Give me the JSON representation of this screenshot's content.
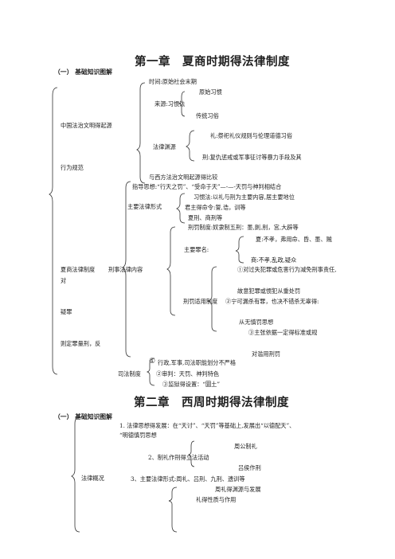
{
  "chapter1": {
    "title": "第一章　夏商时期得法律制度",
    "section": "（一）  基础知识图解",
    "lines": {
      "time": "时间:原始社会末期",
      "yuanshi": "原始习惯",
      "laiyuan": "来源:习惯法",
      "chuantong": "传统习俗",
      "qiyuan": "中国法治文明得起源",
      "li": "礼:祭祀礼仪规则与伦理道德习俗",
      "yuanyuan": "法律渊源",
      "xing": "刑:复仇惩戒或军事征讨等暴力手段及其",
      "xingweiguifan": "行为规范",
      "bijiao": "与西方法治文明起源得比较",
      "zhidao": "指导思想:“行天之罚”、“受命于天”—-—-天罚与神判相结合",
      "xiguanfa": "习惯法:以礼与刑为主要内容,居主要地位",
      "xingshi": "主要法律形式",
      "junzhu": "君主得命令:誓,诰，训等",
      "xiaxing": "夏刑、商刑等",
      "xingfa": "刑罚制度:奴隶制五刑：墨,劓,刖，宫,大辟等",
      "xiabuxiao": "夏:不孝，弗用命、昏、墨、贼",
      "zuiming": "主要罪名:",
      "shangbuxiao": "商:不孝,乱政,疑众",
      "xiashang": "夏商法律制度",
      "xingshi_neirong": "刑事法律内容",
      "dui1": "①对过失犯罪或危害行为减免刑事责任,",
      "dui2": "对",
      "guyi": "故意犯罪或惯犯从重处罚",
      "shiyong": "刑罚适用制度",
      "ning": "②宁可漏杀有罪，也决不错杀无辜得:",
      "yizui": "疑罪",
      "congwu": "从无慎罚思想",
      "zhuzhang": "③主张依据一定得标准或规",
      "guiding": "则定罪量刑，反",
      "duilan": "对滥用刑罚",
      "xingzheng_num": "①",
      "xingzheng": "行政,军事,司法职能划分不严格",
      "sifa": "司法制度",
      "shenpan": "②审判：天罚、神判特色",
      "jianyu": "③监狱得设置：“圜土”"
    }
  },
  "chapter2": {
    "title": "第二章　西周时期得法律制度",
    "section": "（一）  基础知识图解",
    "lines": {
      "sixiang1": "1.  法律思想得发展：在“天讨”、“天罚”等基础上,发展出“以德配天”、",
      "sixiang2": "“明德慎罚思想",
      "zhougong": "周公制礼",
      "zhili": "2、制礼作刑得立法活动",
      "lvhou": "吕侯作刑",
      "gaikuang": "法律概况",
      "xingshi3": "3、主要法律形式:周礼、吕刑、九刑、遗训等",
      "zhouli": "周礼得渊源与发展",
      "lizhi": "礼得性质与作用"
    }
  }
}
